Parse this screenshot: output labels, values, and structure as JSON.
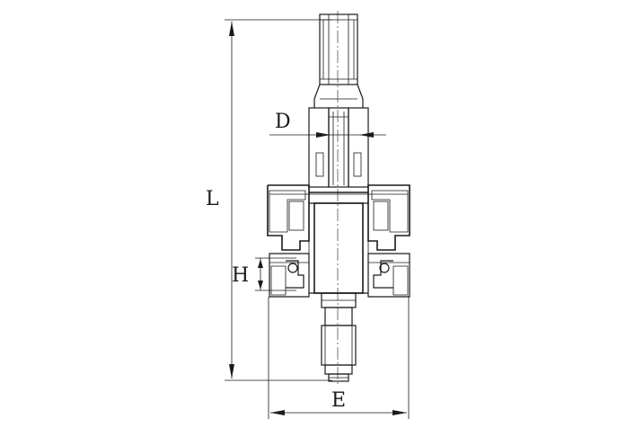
{
  "drawing": {
    "labels": {
      "length": "L",
      "diameter": "D",
      "height": "H",
      "width": "E"
    }
  }
}
